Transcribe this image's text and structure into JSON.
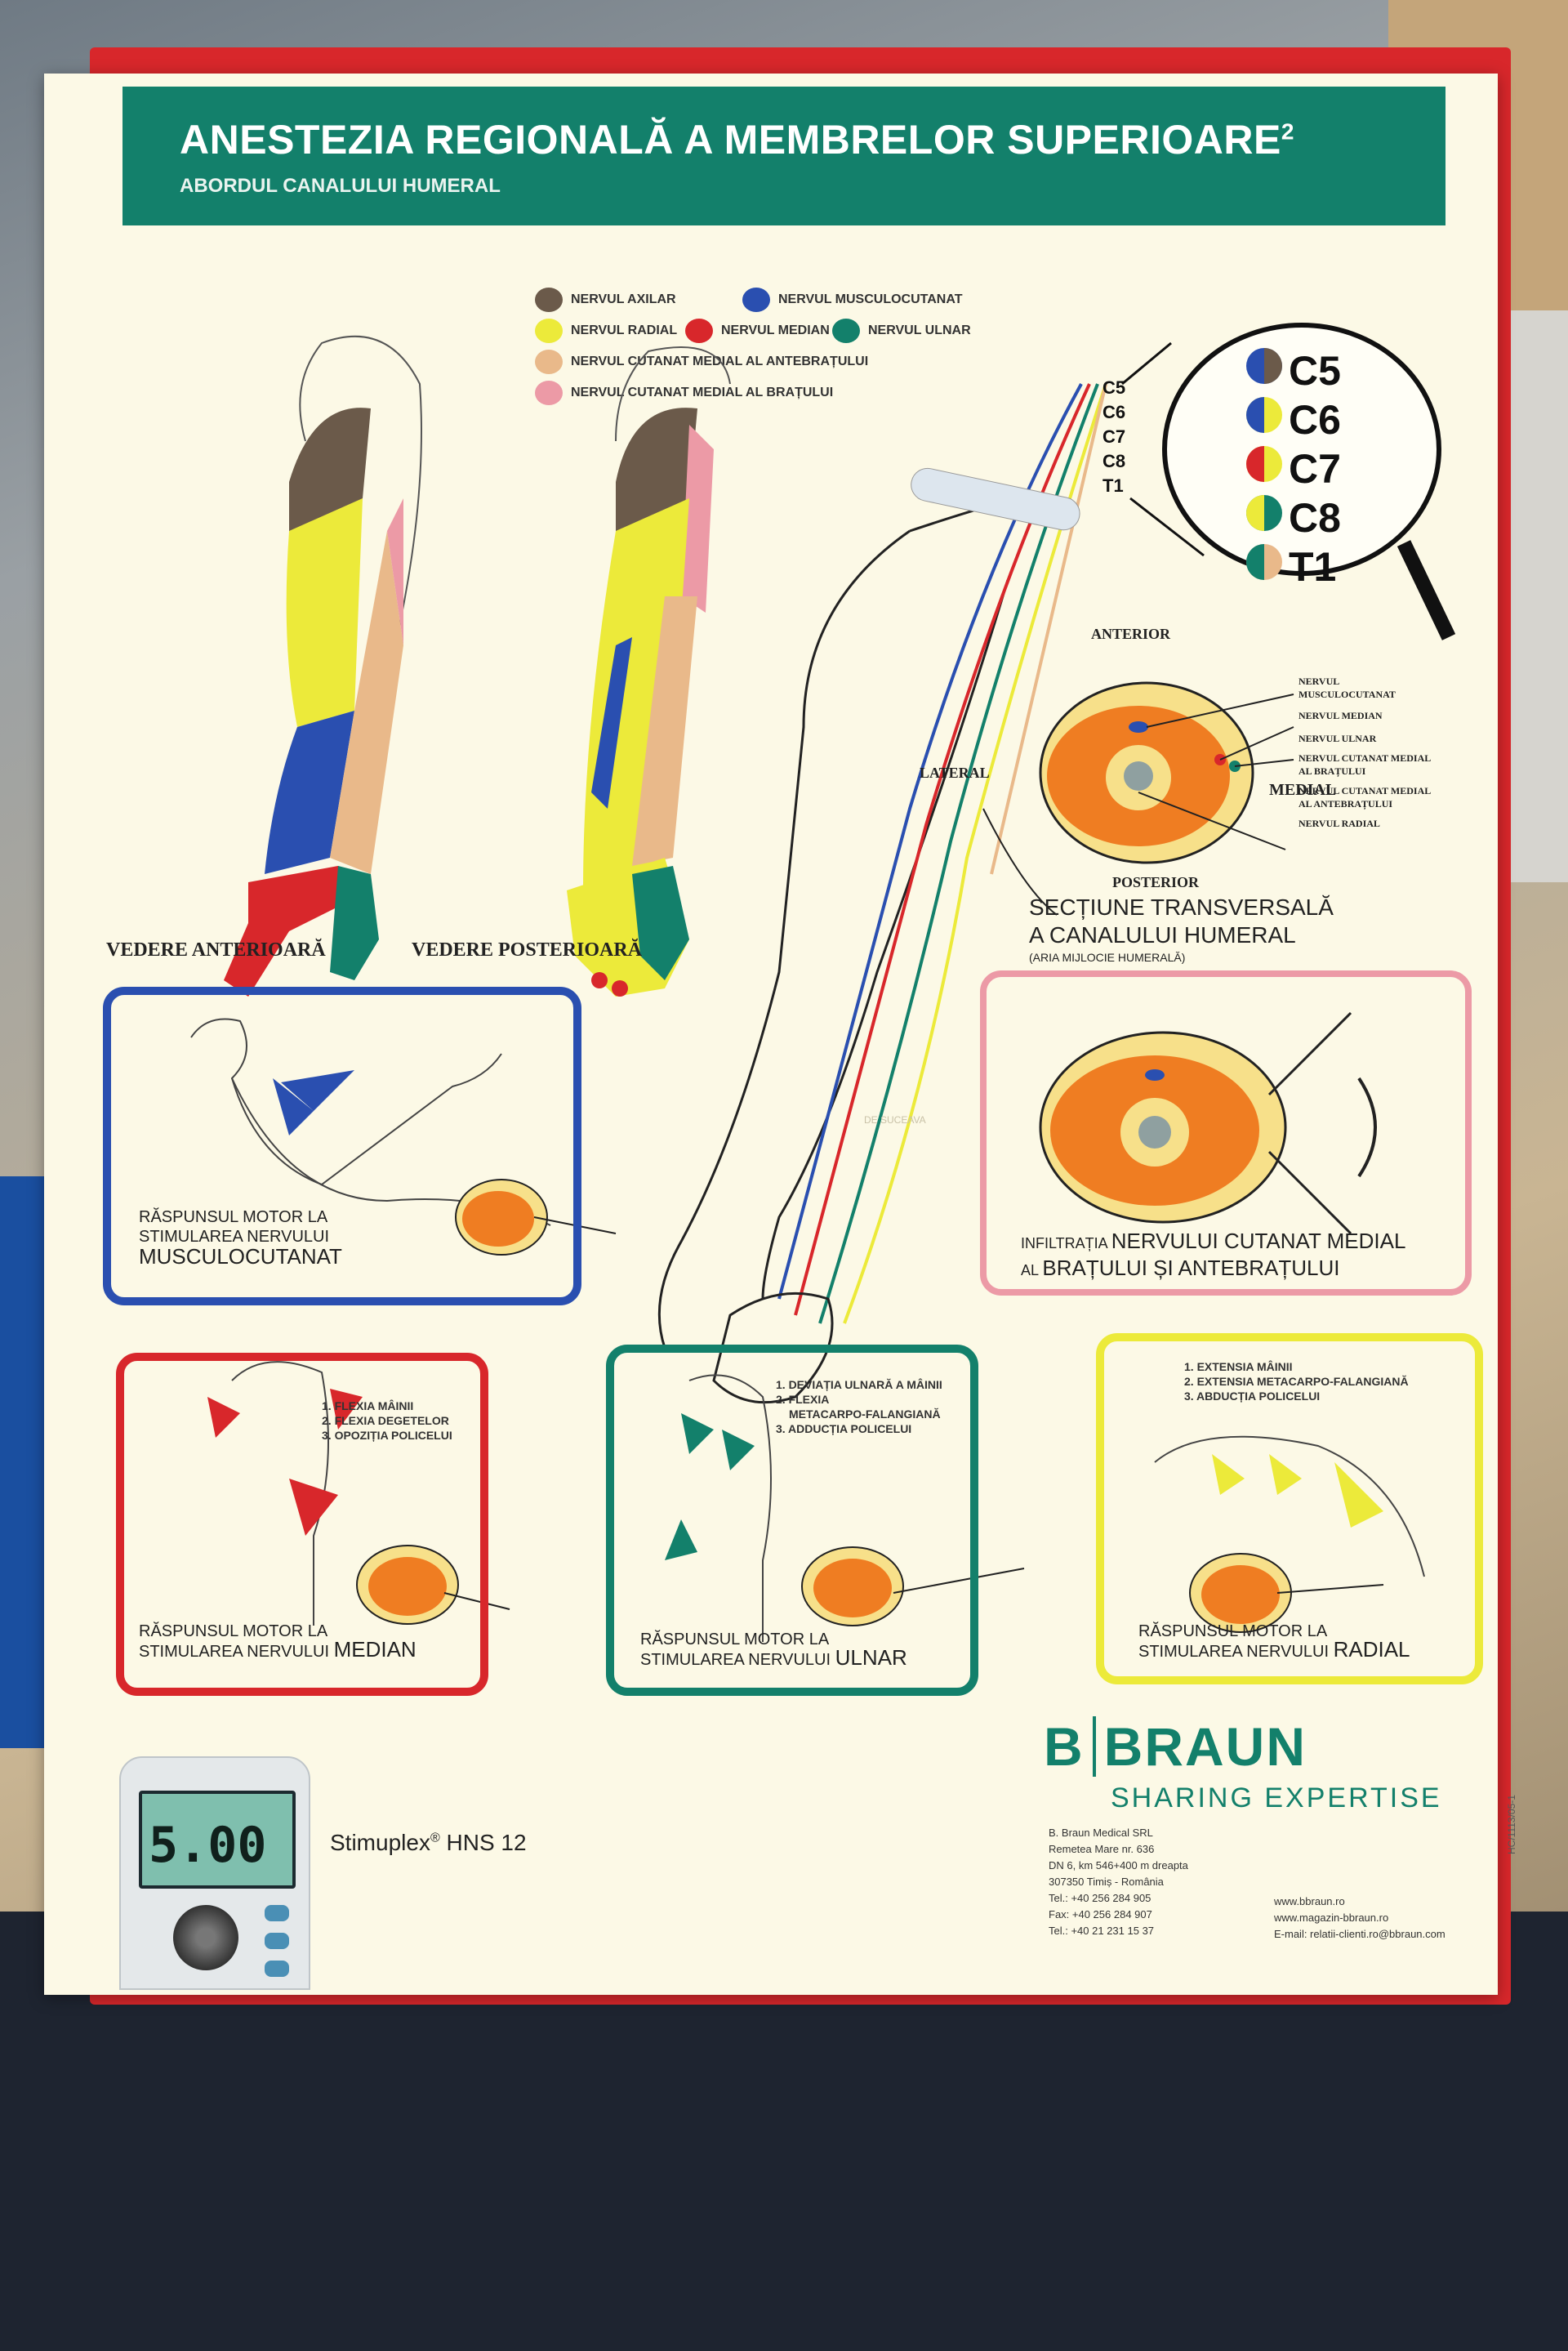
{
  "header": {
    "title": "ANESTEZIA REGIONALĂ A MEMBRELOR SUPERIOARE",
    "title_sup": "2",
    "subtitle": "ABORDUL CANALULUI HUMERAL"
  },
  "legend": [
    {
      "label": "NERVUL AXILAR",
      "color": "#6b5a4a"
    },
    {
      "label": "NERVUL MUSCULOCUTANAT",
      "color": "#2a4fb0"
    },
    {
      "label": "NERVUL RADIAL",
      "color": "#ecea3a"
    },
    {
      "label": "NERVUL MEDIAN",
      "color": "#d8272b"
    },
    {
      "label": "NERVUL ULNAR",
      "color": "#13806b"
    },
    {
      "label": "NERVUL CUTANAT MEDIAL AL ANTEBRAȚULUI",
      "color": "#e9b98a"
    },
    {
      "label": "NERVUL CUTANAT MEDIAL AL BRAȚULUI",
      "color": "#ec9aa6"
    }
  ],
  "views": {
    "anterior": "VEDERE ANTERIOARĂ",
    "posterior": "VEDERE POSTERIOARĂ"
  },
  "roots": {
    "small": [
      "C5",
      "C6",
      "C7",
      "C8",
      "T1"
    ],
    "large": [
      "C5",
      "C6",
      "C7",
      "C8",
      "T1"
    ]
  },
  "cross_section": {
    "anterior": "ANTERIOR",
    "posterior": "POSTERIOR",
    "lateral": "LATERAL",
    "medial": "MEDIAL",
    "labels": [
      "NERVUL MUSCULOCUTANAT",
      "NERVUL MEDIAN",
      "NERVUL ULNAR",
      "NERVUL CUTANAT MEDIAL AL BRAȚULUI",
      "NERVUL CUTANAT MEDIAL AL ANTEBRAȚULUI",
      "NERVUL RADIAL"
    ],
    "title_line1": "SECȚIUNE TRANSVERSALĂ",
    "title_line2": "A CANALULUI HUMERAL",
    "title_note": "(ARIA MIJLOCIE HUMERALĂ)"
  },
  "watermark": "DE SUCEAVA",
  "boxes": {
    "musculocutanat": {
      "line1": "RĂSPUNSUL MOTOR LA",
      "line2": "STIMULAREA NERVULUI",
      "nerve": "MUSCULOCUTANAT",
      "color": "#2a4fb0"
    },
    "infiltratie": {
      "line1_a": "INFILTRAȚIA",
      "line1_b": "NERVULUI CUTANAT MEDIAL",
      "line2_a": "AL",
      "line2_b": "BRAȚULUI ȘI ANTEBRAȚULUI",
      "color": "#ec9aa6"
    },
    "median": {
      "steps": [
        "1. FLEXIA MÂINII",
        "2. FLEXIA DEGETELOR",
        "3. OPOZIȚIA POLICELUI"
      ],
      "line1": "RĂSPUNSUL MOTOR LA",
      "line2": "STIMULAREA NERVULUI",
      "nerve": "MEDIAN",
      "color": "#d8272b"
    },
    "ulnar": {
      "steps": [
        "1. DEVIAȚIA ULNARĂ A MÂINII",
        "2. FLEXIA",
        "METACARPO-FALANGIANĂ",
        "3. ADDUCȚIA POLICELUI"
      ],
      "line1": "RĂSPUNSUL MOTOR LA",
      "line2": "STIMULAREA NERVULUI",
      "nerve": "ULNAR",
      "color": "#13806b"
    },
    "radial": {
      "steps": [
        "1. EXTENSIA MÂINII",
        "2. EXTENSIA METACARPO-FALANGIANĂ",
        "3. ABDUCȚIA POLICELUI"
      ],
      "line1": "RĂSPUNSUL MOTOR LA",
      "line2": "STIMULAREA NERVULUI",
      "nerve": "RADIAL",
      "color": "#ecea3a"
    }
  },
  "device": {
    "display": "5.00",
    "name": "Stimuplex",
    "reg": "®",
    "model": "HNS 12"
  },
  "brand": {
    "logo_b": "B",
    "logo_name": "BRAUN",
    "tagline": "SHARING EXPERTISE",
    "address": [
      "B. Braun Medical SRL",
      "Remetea Mare nr. 636",
      "DN 6, km 546+400 m dreapta",
      "307350 Timiș - România",
      "Tel.: +40 256 284 905",
      "Fax: +40 256 284 907",
      "Tel.: +40 21 231 15 37"
    ],
    "web": [
      "www.bbraun.ro",
      "www.magazin-bbraun.ro",
      "E-mail: relatii-clienti.ro@bbraun.com"
    ],
    "code": "HC/1113/05-1"
  }
}
